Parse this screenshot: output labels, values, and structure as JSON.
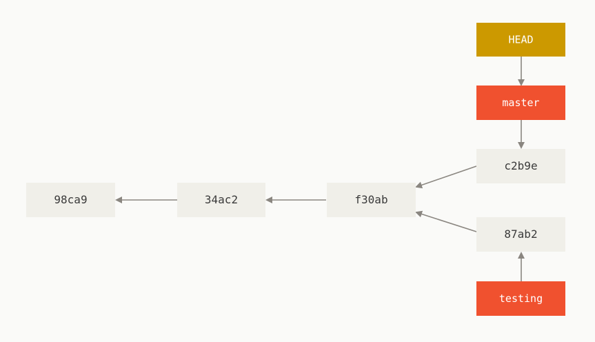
{
  "colors": {
    "background": "#fafaf8",
    "commit_fill": "#f0efe9",
    "commit_text": "#3a3a3a",
    "head_fill": "#cc9900",
    "branch_fill": "#f0512f",
    "ref_text": "#ffffff",
    "arrow": "#8a8680"
  },
  "head": {
    "label": "HEAD"
  },
  "branches": [
    {
      "id": "master",
      "label": "master"
    },
    {
      "id": "testing",
      "label": "testing"
    }
  ],
  "commits": [
    {
      "id": "98ca9",
      "label": "98ca9"
    },
    {
      "id": "34ac2",
      "label": "34ac2"
    },
    {
      "id": "f30ab",
      "label": "f30ab"
    },
    {
      "id": "c2b9e",
      "label": "c2b9e"
    },
    {
      "id": "87ab2",
      "label": "87ab2"
    }
  ]
}
